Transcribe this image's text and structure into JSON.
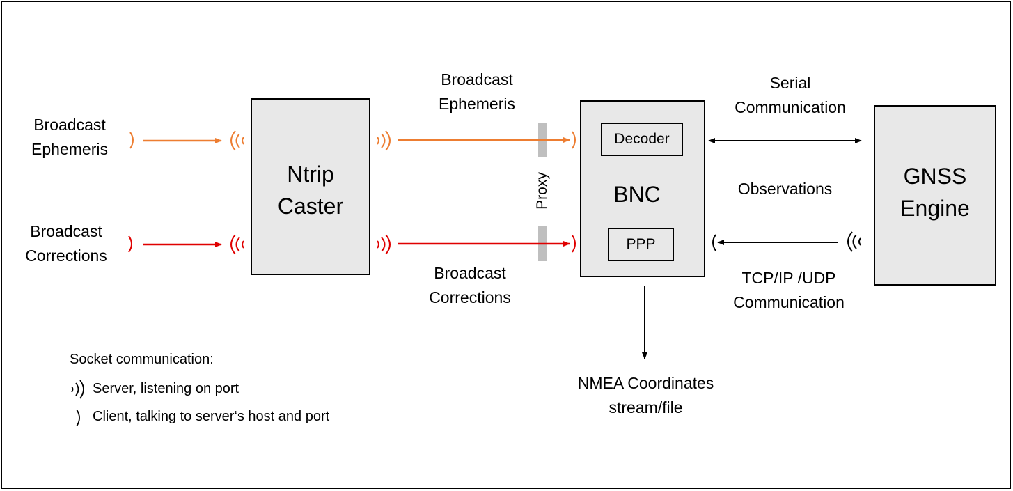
{
  "colors": {
    "ephemeris": "#ed7d31",
    "corrections": "#e00000",
    "box_fill": "#e8e8e8",
    "proxy": "#bfbfbf",
    "line": "#000000"
  },
  "sources": {
    "ephemeris": "Broadcast\nEphemeris",
    "corrections": "Broadcast\nCorrections"
  },
  "ntrip_caster": "Ntrip\nCaster",
  "links": {
    "ephemeris": "Broadcast\nEphemeris",
    "corrections": "Broadcast\nCorrections"
  },
  "proxy": "Proxy",
  "bnc": {
    "title": "BNC",
    "decoder": "Decoder",
    "ppp": "PPP"
  },
  "gnss_engine": "GNSS\nEngine",
  "serial": "Serial\nCommunication",
  "observations": "Observations",
  "tcpip": "TCP/IP /UDP\nCommunication",
  "nmea": "NMEA Coordinates\nstream/file",
  "legend": {
    "title": "Socket communication:",
    "server": "Server, listening on port",
    "client": "Client, talking to server‘s host and port"
  }
}
